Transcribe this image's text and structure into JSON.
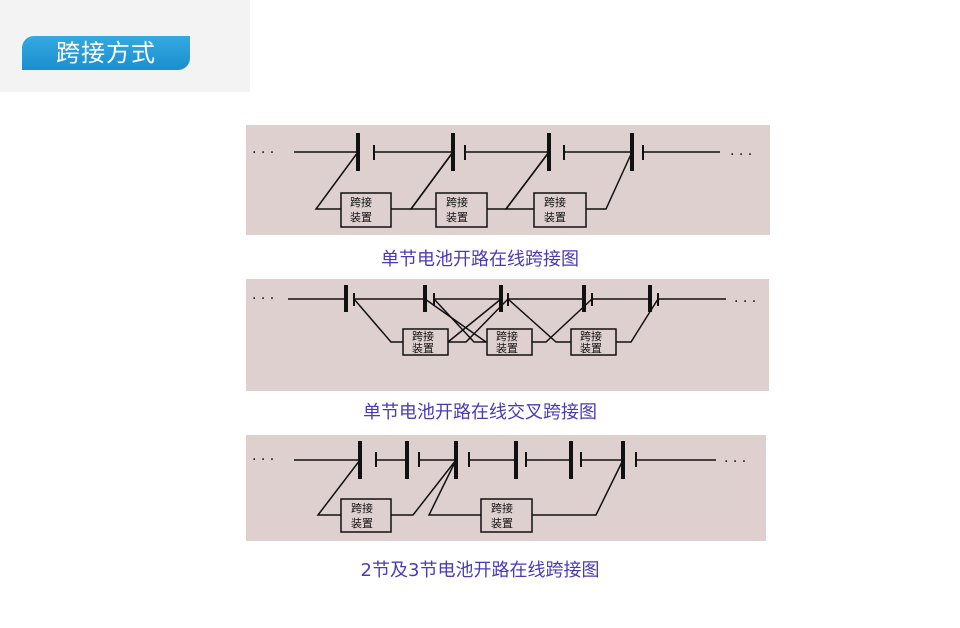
{
  "header": {
    "title": "跨接方式"
  },
  "device_label": {
    "line1": "跨接",
    "line2": "装置"
  },
  "ellipsis": "· · ·",
  "diagrams": [
    {
      "caption": "单节电池开路在线跨接图"
    },
    {
      "caption": "单节电池开路在线交叉跨接图"
    },
    {
      "caption": "2节及3节电池开路在线跨接图"
    }
  ]
}
